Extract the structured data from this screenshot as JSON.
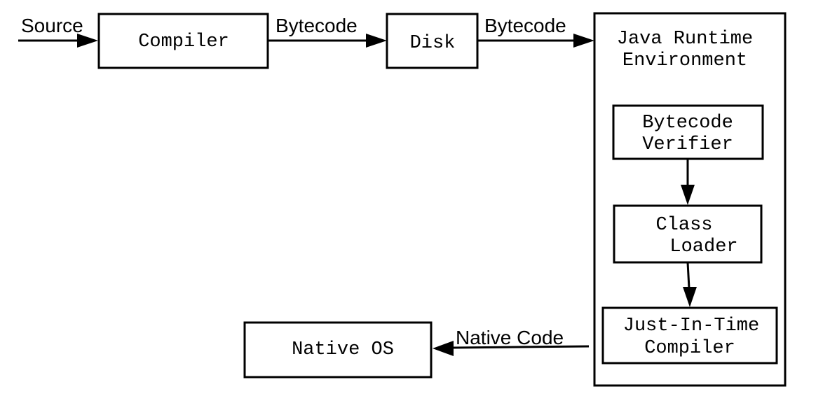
{
  "diagram": {
    "edges": {
      "source": "Source",
      "bytecode_to_disk": "Bytecode",
      "bytecode_to_jre": "Bytecode",
      "native_code": "Native Code"
    },
    "nodes": {
      "compiler": "Compiler",
      "disk": "Disk",
      "jre_line1": "Java Runtime",
      "jre_line2": "Environment",
      "verifier_line1": "Bytecode",
      "verifier_line2": "Verifier",
      "loader_line1": "Class",
      "loader_line2": "Loader",
      "jit_line1": "Just-In-Time",
      "jit_line2": "Compiler",
      "native_os": "Native OS"
    }
  }
}
